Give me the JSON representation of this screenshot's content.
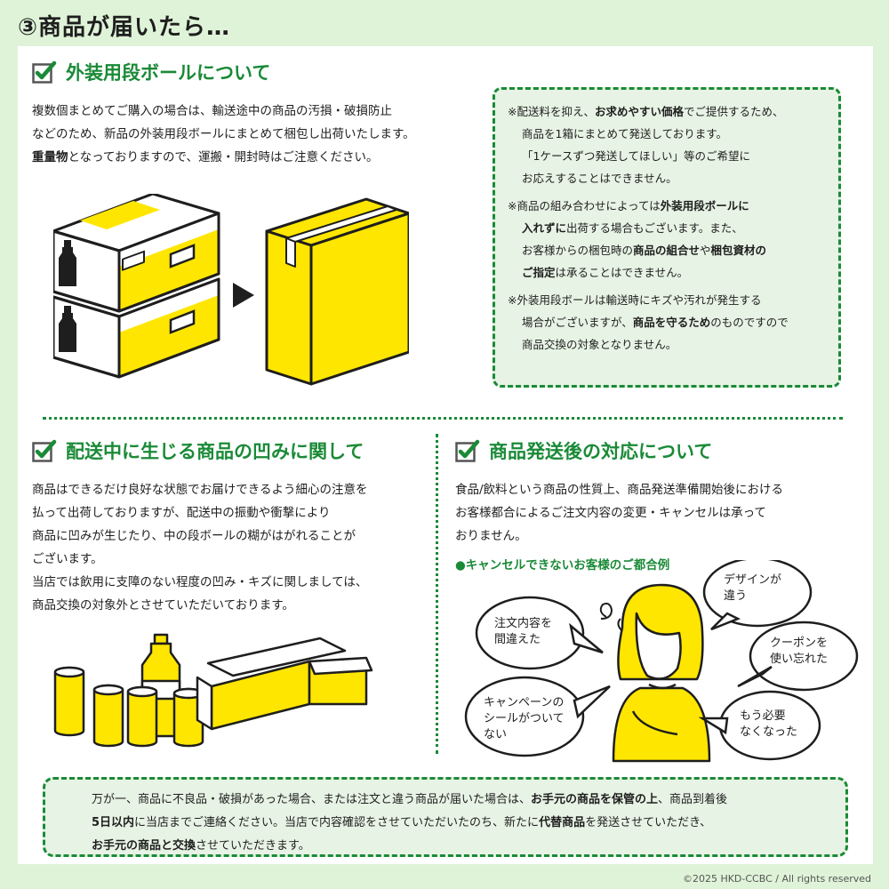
{
  "page_title": "③商品が届いたら…",
  "section1": {
    "heading": "外装用段ボールについて",
    "body": [
      {
        "segments": [
          {
            "t": "複数個まとめてご購入の場合は、輸送途中の商品の汚損・破損防止"
          }
        ]
      },
      {
        "segments": [
          {
            "t": "などのため、新品の外装用段ボールにまとめて梱包し出荷いたします。"
          }
        ]
      },
      {
        "segments": [
          {
            "t": "重量物",
            "b": true
          },
          {
            "t": "となっておりますので、運搬・開封時はご注意ください。"
          }
        ]
      }
    ],
    "notes": [
      [
        [
          {
            "t": "※配送料を抑え、"
          },
          {
            "t": "お求めやすい価格",
            "b": true
          },
          {
            "t": "でご提供するため、"
          }
        ],
        [
          {
            "t": "商品を1箱にまとめて発送しております。"
          }
        ],
        [
          {
            "t": "「1ケースずつ発送してほしい」等のご希望に"
          }
        ],
        [
          {
            "t": "お応えすることはできません。"
          }
        ]
      ],
      [
        [
          {
            "t": "※商品の組み合わせによっては"
          },
          {
            "t": "外装用段ボールに",
            "b": true
          }
        ],
        [
          {
            "t": "入れずに",
            "b": true
          },
          {
            "t": "出荷する場合もございます。また、"
          }
        ],
        [
          {
            "t": "お客様からの梱包時の"
          },
          {
            "t": "商品の組合せ",
            "b": true
          },
          {
            "t": "や"
          },
          {
            "t": "梱包資材の",
            "b": true
          }
        ],
        [
          {
            "t": "ご指定",
            "b": true
          },
          {
            "t": "は承ることはできません。"
          }
        ]
      ],
      [
        [
          {
            "t": "※外装用段ボールは輸送時にキズや汚れが発生する"
          }
        ],
        [
          {
            "t": "場合がございますが、"
          },
          {
            "t": "商品を守るため",
            "b": true
          },
          {
            "t": "のものですので"
          }
        ],
        [
          {
            "t": "商品交換の対象となりません。"
          }
        ]
      ]
    ]
  },
  "section2": {
    "heading": "配送中に生じる商品の凹みに関して",
    "body": [
      {
        "segments": [
          {
            "t": "商品はできるだけ良好な状態でお届けできるよう細心の注意を"
          }
        ]
      },
      {
        "segments": [
          {
            "t": "払って出荷しておりますが、配送中の振動や衝撃により"
          }
        ]
      },
      {
        "segments": [
          {
            "t": "商品に凹みが生じたり、中の段ボールの糊がはがれることが"
          }
        ]
      },
      {
        "segments": [
          {
            "t": "ございます。"
          }
        ]
      },
      {
        "segments": [
          {
            "t": "当店では飲用に支障のない程度の凹み・キズに関しましては、"
          }
        ]
      },
      {
        "segments": [
          {
            "t": "商品交換の対象外とさせていただいております。"
          }
        ]
      }
    ]
  },
  "section3": {
    "heading": "商品発送後の対応について",
    "body": [
      {
        "segments": [
          {
            "t": "食品/飲料という商品の性質上、商品発送準備開始後における"
          }
        ]
      },
      {
        "segments": [
          {
            "t": "お客様都合によるご注文内容の変更・キャンセルは承って"
          }
        ]
      },
      {
        "segments": [
          {
            "t": "おりません。"
          }
        ]
      }
    ],
    "example_heading": "●キャンセルできないお客様のご都合例",
    "bubbles": {
      "b1": "注文内容を\n間違えた",
      "b2": "デザインが\n違う",
      "b3": "クーポンを\n使い忘れた",
      "b4": "キャンペーンの\nシールがついて\nない",
      "b5": "もう必要\nなくなった"
    }
  },
  "bottom_note": [
    [
      {
        "t": "万が一、商品に不良品・破損があった場合、または注文と違う商品が届いた場合は、"
      },
      {
        "t": "お手元の商品を保管の上",
        "b": true
      },
      {
        "t": "、商品到着後"
      }
    ],
    [
      {
        "t": "5日以内",
        "b": true
      },
      {
        "t": "に当店までご連絡ください。当店で内容確認をさせていただいたのち、新たに"
      },
      {
        "t": "代替商品",
        "b": true
      },
      {
        "t": "を発送させていただき、"
      }
    ],
    [
      {
        "t": "お手元の商品と交換",
        "b": true
      },
      {
        "t": "させていただきます。"
      }
    ]
  ],
  "copyright": "©2025 HKD-CCBC / All rights reserved",
  "colors": {
    "accent_green": "#1a8a37",
    "box_yellow": "#ffe600",
    "panel_bg": "#dff3d8"
  }
}
